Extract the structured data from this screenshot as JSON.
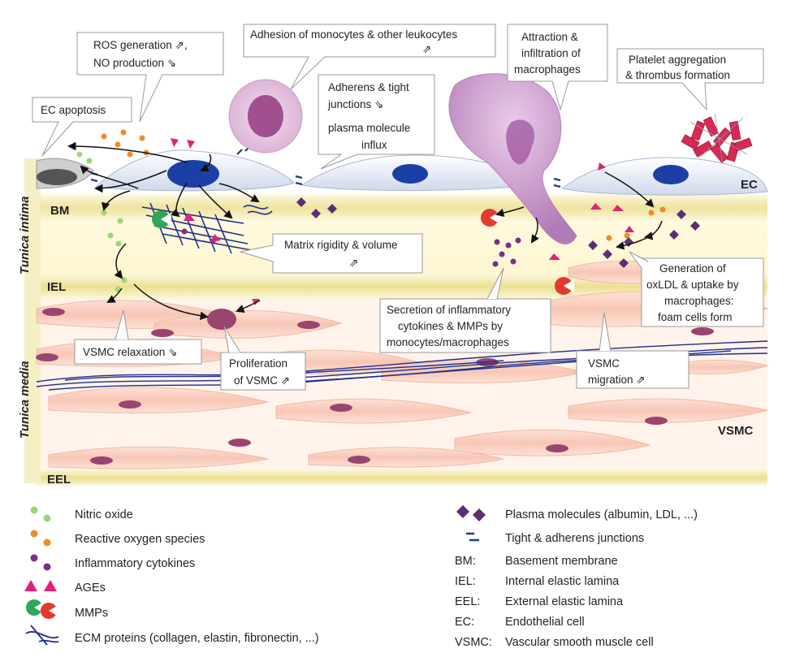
{
  "callouts": {
    "ros_line1": "ROS generation ⇗,",
    "ros_line2": "NO production ⇘",
    "adhesion": "Adhesion of monocytes & other leukocytes",
    "adhesion_arrow": "⇗",
    "attraction_line1": "Attraction &",
    "attraction_line2": "infiltration of",
    "attraction_line3": "macrophages",
    "platelet_line1": "Platelet aggregation",
    "platelet_line2": "& thrombus formation",
    "ec_apoptosis": "EC apoptosis",
    "junction_line1": "Adherens & tight",
    "junction_line2": "junctions ⇘",
    "junction_line3": "plasma molecule",
    "junction_line4": "influx",
    "matrix_line1": "Matrix rigidity & volume",
    "matrix_line2": "⇗",
    "oxldl_line1": "Generation of",
    "oxldl_line2": "oxLDL & uptake by",
    "oxldl_line3": "macrophages:",
    "oxldl_line4": "foam cells form",
    "secretion_line1": "Secretion of inflammatory",
    "secretion_line2": "cytokines & MMPs by",
    "secretion_line3": "monocytes/macrophages",
    "vsmc_relax": "VSMC relaxation ⇘",
    "prolif_line1": "Proliferation",
    "prolif_line2": "of VSMC ⇗",
    "migration_line1": "VSMC",
    "migration_line2": "migration ⇗"
  },
  "layers": {
    "tunica_intima": "Tunica intima",
    "tunica_media": "Tunica media",
    "bm": "BM",
    "iel": "IEL",
    "eel": "EEL",
    "ec": "EC",
    "vsmc": "VSMC"
  },
  "legend_left": [
    {
      "icon": "nitric-oxide-icon",
      "label": "Nitric oxide"
    },
    {
      "icon": "ros-icon",
      "label": "Reactive oxygen species"
    },
    {
      "icon": "cytokines-icon",
      "label": "Inflammatory cytokines"
    },
    {
      "icon": "ages-icon",
      "label": "AGEs"
    },
    {
      "icon": "mmps-icon",
      "label": "MMPs"
    },
    {
      "icon": "ecm-proteins-icon",
      "label": "ECM proteins (collagen, elastin, fibronectin, ...)"
    }
  ],
  "legend_right": [
    {
      "icon": "plasma-molecules-icon",
      "abbr": "",
      "label": "Plasma molecules (albumin, LDL, ...)"
    },
    {
      "icon": "junctions-icon",
      "abbr": "",
      "label": "Tight & adherens junctions"
    },
    {
      "icon": "",
      "abbr": "BM:",
      "label": "Basement membrane"
    },
    {
      "icon": "",
      "abbr": "IEL:",
      "label": "Internal elastic lamina"
    },
    {
      "icon": "",
      "abbr": "EEL:",
      "label": "External elastic lamina"
    },
    {
      "icon": "",
      "abbr": "EC:",
      "label": "Endothelial cell"
    },
    {
      "icon": "",
      "abbr": "VSMC:",
      "label": "Vascular smooth muscle cell"
    }
  ],
  "colors": {
    "nitric_oxide": "#9ed67a",
    "ros": "#f08a2a",
    "cytokines": "#7a2f84",
    "ages": "#e0207a",
    "mmp_green": "#2fa65a",
    "mmp_red": "#e23b2b",
    "ecm": "#1e2f8a",
    "plasma": "#5a2f72",
    "ec_nucleus": "#1c3fa6",
    "vsmc_nucleus": "#9a4470",
    "lamina": "#f1e6a2"
  }
}
